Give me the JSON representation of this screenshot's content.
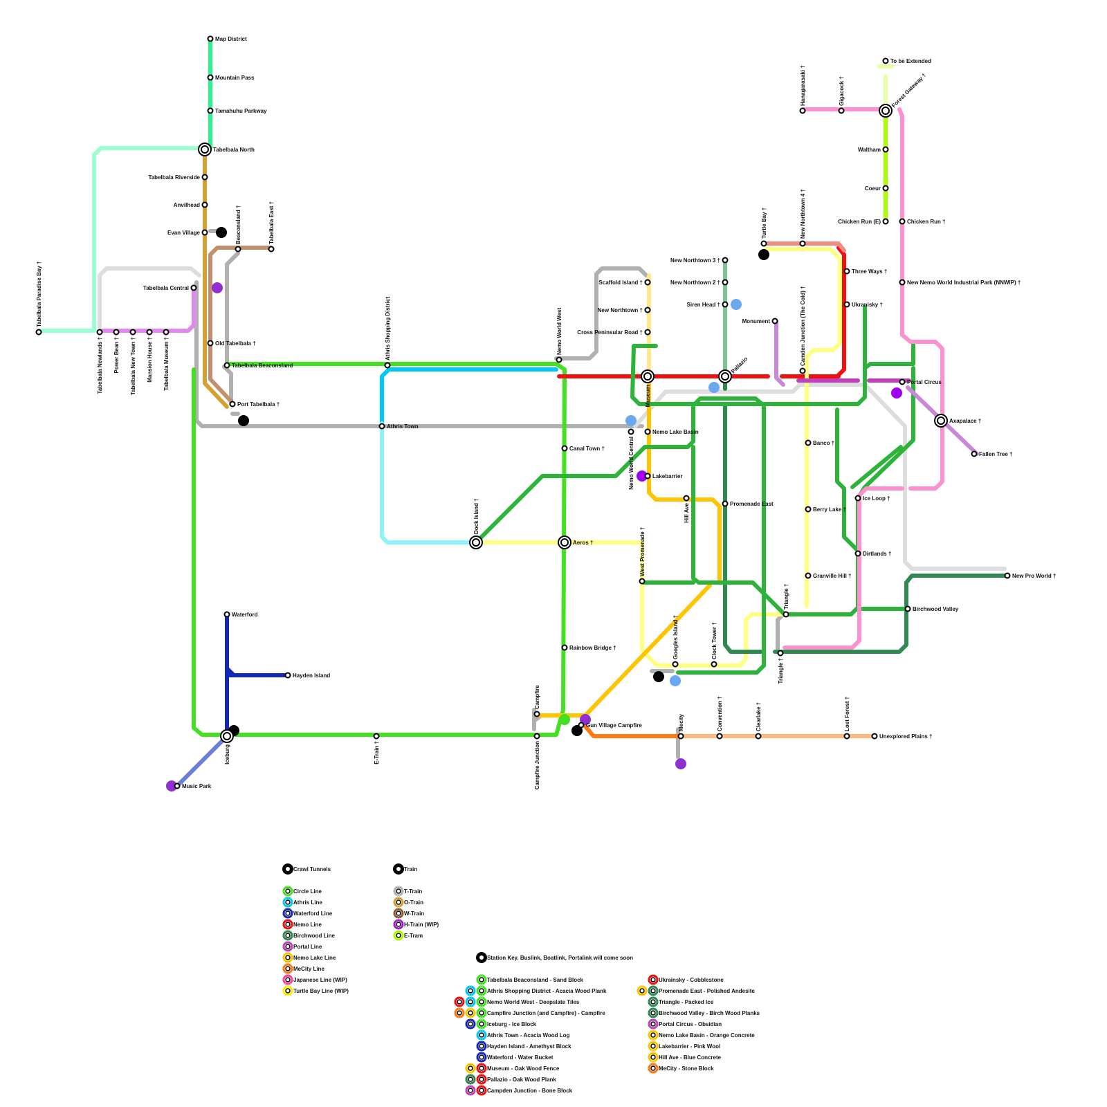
{
  "colors": {
    "circle": "#44e022",
    "athris": "#00c8f0",
    "athris_light": "#8ff4fa",
    "waterford": "#1428b8",
    "waterford_light": "#6a80d8",
    "nemo": "#f01010",
    "birchwood": "#2db33a",
    "birchwood_dark": "#2e8a50",
    "portal": "#c040c0",
    "portal_light": "#c888d8",
    "nemo_lake": "#ffc400",
    "mecity": "#ff7a10",
    "mecity_light": "#ffb880",
    "japanese": "#ff90d0",
    "turtle_bay": "#ffff80",
    "t_train": "#b0b0b0",
    "t_train_light": "#dddddd",
    "o_train": "#d4a030",
    "w_train": "#c09070",
    "h_train": "#e088f0",
    "e_tram": "#aaff00",
    "e_tram_light": "#e6ffa8",
    "tabelbala_north": "#30f090",
    "tabelbala_north_light": "#99ffd0",
    "pallazio_green": "#7cc497",
    "salmon": "#f58a80",
    "pale_yellow": "#ffe88a",
    "crawl_tunnel": "#000000",
    "portal_marker": "#9030d0",
    "boat_marker": "#6aa8f0",
    "campfire_marker": "#44e022"
  },
  "stations": [
    {
      "id": "map-district",
      "label": "Map District"
    },
    {
      "id": "mountain-pass",
      "label": "Mountain Pass"
    },
    {
      "id": "tamahuhu-parkway",
      "label": "Tamahuhu Parkway"
    },
    {
      "id": "tabelbala-north",
      "label": "Tabelbala North"
    },
    {
      "id": "tabelbala-riverside",
      "label": "Tabelbala Riverside"
    },
    {
      "id": "anvilhead",
      "label": "Anvilhead"
    },
    {
      "id": "evan-village",
      "label": "Evan Village"
    },
    {
      "id": "beaconsland",
      "label": "Beaconsland †"
    },
    {
      "id": "tabelbala-east",
      "label": "Tabelbala East †"
    },
    {
      "id": "tabelbala-central",
      "label": "Tabelbala Central"
    },
    {
      "id": "tabelbala-paradise-bay",
      "label": "Tabelbala Paradise Bay †"
    },
    {
      "id": "tabelbala-newlands",
      "label": "Tabelbala Newlands †"
    },
    {
      "id": "power-bean",
      "label": "Power Bean †"
    },
    {
      "id": "tabelbala-new-town",
      "label": "Tabelbala New Town †"
    },
    {
      "id": "mansion-house",
      "label": "Mansion House †"
    },
    {
      "id": "tabelbala-museum",
      "label": "Tabelbala Museum †"
    },
    {
      "id": "old-tabelbala",
      "label": "Old Tabelbala †"
    },
    {
      "id": "tabelbala-beaconsland",
      "label": "Tabelbala Beaconsland"
    },
    {
      "id": "port-tabelbala",
      "label": "Port Tabelbala †"
    },
    {
      "id": "athris-shopping-district",
      "label": "Athris Shopping District"
    },
    {
      "id": "athris-town",
      "label": "Athris Town"
    },
    {
      "id": "nemo-world-west",
      "label": "Nemo World West"
    },
    {
      "id": "canal-town",
      "label": "Canal Town †"
    },
    {
      "id": "dock-island",
      "label": "Dock Island †"
    },
    {
      "id": "aeros",
      "label": "Aeros †"
    },
    {
      "id": "rainbow-bridge",
      "label": "Rainbow Bridge †"
    },
    {
      "id": "campfire",
      "label": "Campfire"
    },
    {
      "id": "campfire-junction",
      "label": "Campfire Junction"
    },
    {
      "id": "gun-village-campfire",
      "label": "Gun Village Campfire"
    },
    {
      "id": "e-train",
      "label": "E-Train †"
    },
    {
      "id": "waterford",
      "label": "Waterford"
    },
    {
      "id": "hayden-island",
      "label": "Hayden Island"
    },
    {
      "id": "iceburg",
      "label": "Iceburg"
    },
    {
      "id": "music-park",
      "label": "Music Park"
    },
    {
      "id": "scaffold-island",
      "label": "Scaffold Island †"
    },
    {
      "id": "new-northtown",
      "label": "New Northtown †"
    },
    {
      "id": "cross-peninsular-road",
      "label": "Cross Peninsular Road †"
    },
    {
      "id": "museum",
      "label": "Museum"
    },
    {
      "id": "nemo-world-central",
      "label": "Nemo World Central"
    },
    {
      "id": "nemo-lake-basin",
      "label": "Nemo Lake Basin"
    },
    {
      "id": "lakebarrier",
      "label": "Lakebarrier"
    },
    {
      "id": "hill-ave",
      "label": "Hill Ave"
    },
    {
      "id": "west-promenade",
      "label": "West Promenade †"
    },
    {
      "id": "new-northtown-3",
      "label": "New Northtown 3 †"
    },
    {
      "id": "new-northtown-2",
      "label": "New Northtown 2 †"
    },
    {
      "id": "siren-head",
      "label": "Siren Head †"
    },
    {
      "id": "pallazio",
      "label": "Pallazio"
    },
    {
      "id": "promenade-east",
      "label": "Promenade East"
    },
    {
      "id": "googles-island",
      "label": "Googles Island †"
    },
    {
      "id": "clock-tower",
      "label": "Clock Tower †"
    },
    {
      "id": "monument",
      "label": "Monument"
    },
    {
      "id": "turtle-bay",
      "label": "Turtle Bay †"
    },
    {
      "id": "new-northtown-4",
      "label": "New Northtown 4 †"
    },
    {
      "id": "camden-junction",
      "label": "Camden Junction (The Cold) †"
    },
    {
      "id": "three-ways",
      "label": "Three Ways †"
    },
    {
      "id": "ukranisky",
      "label": "Ukranisky †"
    },
    {
      "id": "banco",
      "label": "Banco †"
    },
    {
      "id": "berry-lake",
      "label": "Berry Lake †"
    },
    {
      "id": "granville-hill",
      "label": "Granville Hill †"
    },
    {
      "id": "triangle-upper",
      "label": "Triangle †"
    },
    {
      "id": "triangle-lower",
      "label": "Triangle †"
    },
    {
      "id": "hanagarasaki",
      "label": "Hanagarasaki †"
    },
    {
      "id": "gigacock",
      "label": "Gigacock †"
    },
    {
      "id": "forest-gateway",
      "label": "Forest Gateway †"
    },
    {
      "id": "to-be-extended",
      "label": "To be Extended"
    },
    {
      "id": "waltham",
      "label": "Waltham"
    },
    {
      "id": "coeur",
      "label": "Coeur"
    },
    {
      "id": "chicken-run-e",
      "label": "Chicken Run (E)"
    },
    {
      "id": "chicken-run",
      "label": "Chicken Run †"
    },
    {
      "id": "nnwip",
      "label": "New Nemo World Industrial Park (NNWIP) †"
    },
    {
      "id": "portal-circus",
      "label": "Portal Circus"
    },
    {
      "id": "axapalace",
      "label": "Axapalace †"
    },
    {
      "id": "fallen-tree",
      "label": "Fallen Tree †"
    },
    {
      "id": "ice-loop",
      "label": "Ice Loop †"
    },
    {
      "id": "dirtlands",
      "label": "Dirtlands †"
    },
    {
      "id": "new-pro-world",
      "label": "New Pro World †"
    },
    {
      "id": "birchwood-valley",
      "label": "Birchwood Valley"
    },
    {
      "id": "mecity",
      "label": "Mecity"
    },
    {
      "id": "convention",
      "label": "Convention †"
    },
    {
      "id": "clearlake",
      "label": "Clearlake †"
    },
    {
      "id": "lost-forest",
      "label": "Lost Forest †"
    },
    {
      "id": "unexplored-plains",
      "label": "Unexplored Plains †"
    }
  ],
  "legend": {
    "crawl_tunnels": "Crawl Tunnels",
    "train": "Train",
    "lines": [
      {
        "label": "Circle Line",
        "color": "#44e022"
      },
      {
        "label": "Athris Line",
        "color": "#00c8f0"
      },
      {
        "label": "Waterford Line",
        "color": "#1428b8"
      },
      {
        "label": "Nemo Line",
        "color": "#f01010"
      },
      {
        "label": "Birchwood Line",
        "color": "#2e8a50"
      },
      {
        "label": "Portal Line",
        "color": "#c040c0"
      },
      {
        "label": "Nemo Lake Line",
        "color": "#ffc400"
      },
      {
        "label": "MeCity Line",
        "color": "#ff7a10"
      },
      {
        "label": "Japanese Line (WIP)",
        "color": "#ff40a0"
      },
      {
        "label": "Turtle Bay Line (WIP)",
        "color": "#ffee00"
      }
    ],
    "trains": [
      {
        "label": "T-Train",
        "color": "#b0b0b0"
      },
      {
        "label": "O-Train",
        "color": "#d4a030"
      },
      {
        "label": "W-Train",
        "color": "#8a5a30"
      },
      {
        "label": "H-Train (WIP)",
        "color": "#a020d0"
      },
      {
        "label": "E-Tram",
        "color": "#aaff00"
      }
    ],
    "station_key_title": "Station Key. Buslink, Boatlink, Portalink will come soon",
    "station_key_left": [
      {
        "label": "Tabelbala Beaconsland - Sand Block",
        "colors": [
          "#44e022"
        ]
      },
      {
        "label": "Athris Shopping District - Acacia Wood Plank",
        "colors": [
          "#00c8f0",
          "#44e022"
        ]
      },
      {
        "label": "Nemo World West - Deepslate Tiles",
        "colors": [
          "#f01010",
          "#00c8f0",
          "#44e022"
        ]
      },
      {
        "label": "Campfire Junction (and Campfire) - Campfire",
        "colors": [
          "#ff7a10",
          "#ffc400",
          "#44e022"
        ]
      },
      {
        "label": "Iceburg - Ice Block",
        "colors": [
          "#1428b8",
          "#44e022"
        ]
      },
      {
        "label": "Athris Town - Acacia Wood Log",
        "colors": [
          "#00c8f0"
        ]
      },
      {
        "label": "Hayden Island - Amethyst Block",
        "colors": [
          "#1428b8"
        ]
      },
      {
        "label": "Waterford - Water Bucket",
        "colors": [
          "#1428b8"
        ]
      },
      {
        "label": "Museum - Oak Wood Fence",
        "colors": [
          "#ffc400",
          "#f01010"
        ]
      },
      {
        "label": "Pallazio - Oak Wood Plank",
        "colors": [
          "#2e8a50",
          "#f01010"
        ]
      },
      {
        "label": "Campden Junction - Bone Block",
        "colors": [
          "#c040c0",
          "#f01010"
        ]
      }
    ],
    "station_key_right": [
      {
        "label": "Ukrainsky - Cobblestone",
        "colors": [
          "#f01010"
        ]
      },
      {
        "label": "Promenade East - Polished Andesite",
        "colors": [
          "#ffc400",
          "#2e8a50"
        ]
      },
      {
        "label": "Triangle - Packed Ice",
        "colors": [
          "#2e8a50"
        ]
      },
      {
        "label": "Birchwood Valley - Birch Wood Planks",
        "colors": [
          "#2e8a50"
        ]
      },
      {
        "label": "Portal Circus - Obsidian",
        "colors": [
          "#c040c0"
        ]
      },
      {
        "label": "Nemo Lake Basin - Orange Concrete",
        "colors": [
          "#ffc400"
        ]
      },
      {
        "label": "Lakebarrier - Pink Wool",
        "colors": [
          "#ffc400"
        ]
      },
      {
        "label": "Hill Ave - Blue Concrete",
        "colors": [
          "#ffc400"
        ]
      },
      {
        "label": "MeCity - Stone Block",
        "colors": [
          "#ff7a10"
        ]
      }
    ]
  }
}
